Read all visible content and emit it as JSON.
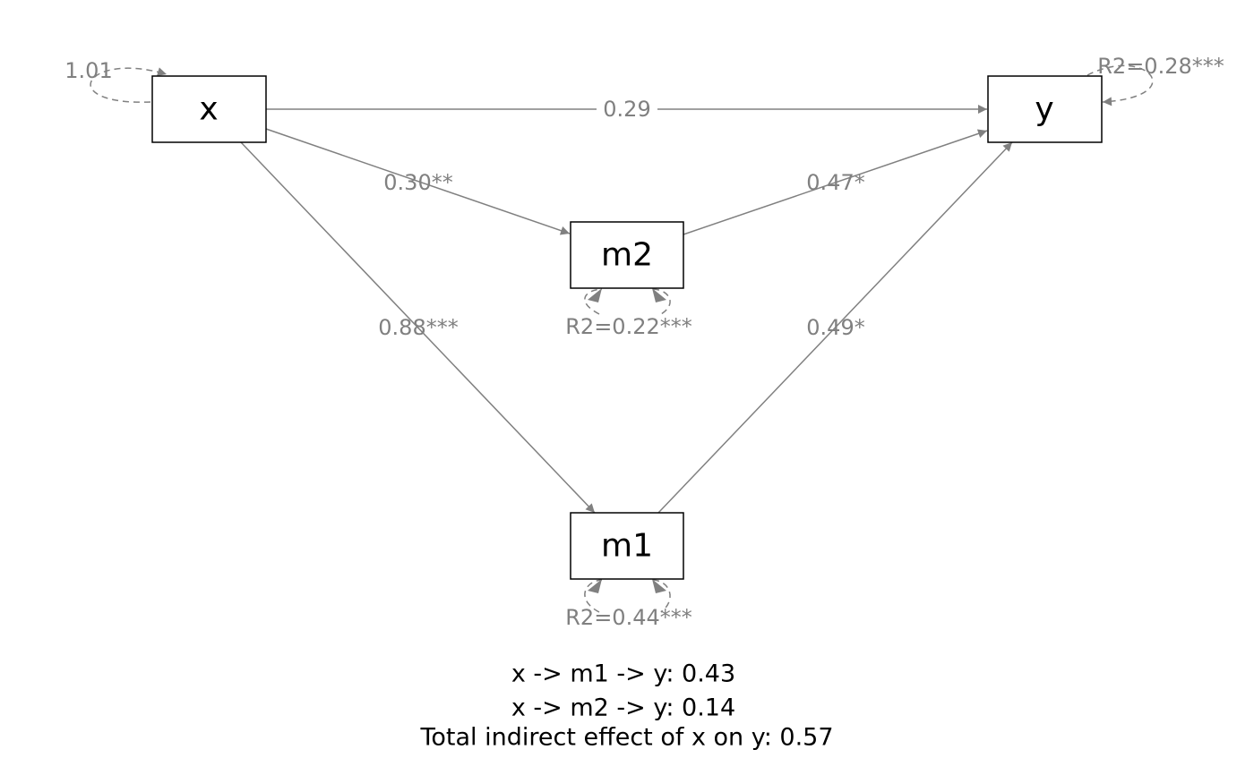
{
  "colors": {
    "edge": "#808080",
    "node_border": "#000000",
    "text": "#000000",
    "background": "#ffffff"
  },
  "nodes": {
    "x": "x",
    "y": "y",
    "m1": "m1",
    "m2": "m2"
  },
  "paths": {
    "x_y": "0.29",
    "x_m2": "0.30**",
    "m2_y": "0.47*",
    "x_m1": "0.88***",
    "m1_y": "0.49*"
  },
  "variances": {
    "x": "1.01",
    "y": "R2=0.28***",
    "m2": "R2=0.22***",
    "m1": "R2=0.44***"
  },
  "notes": {
    "indirect_m1": "x -> m1 -> y: 0.43",
    "indirect_m2": "x -> m2 -> y: 0.14",
    "total_indirect": "Total indirect effect of x on y: 0.57"
  }
}
